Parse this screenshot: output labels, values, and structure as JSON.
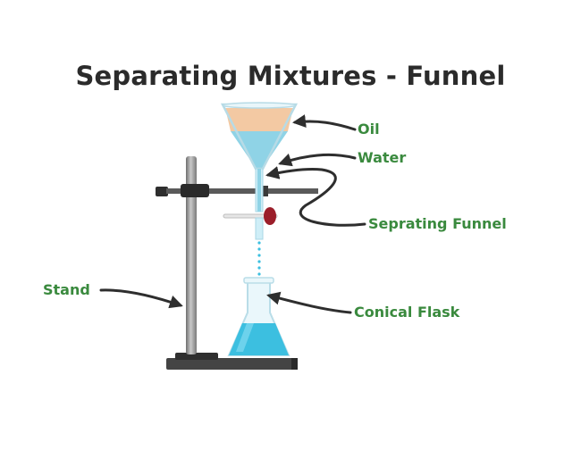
{
  "title": "Separating Mixtures - Funnel",
  "labels": {
    "oil": "Oil",
    "water": "Water",
    "separating_funnel": "Seprating Funnel",
    "stand": "Stand",
    "conical_flask": "Conical Flask"
  },
  "colors": {
    "title": "#2b2b2b",
    "label": "#3a8a3e",
    "oil": "#f3c9a3",
    "water": "#8fd3e6",
    "flask_liquid": "#3cbfe0",
    "stand_metal": "#8e8e8e",
    "base": "#3f3f3f",
    "stopcock": "#9b1e2a",
    "arrow": "#2e2e2e"
  }
}
